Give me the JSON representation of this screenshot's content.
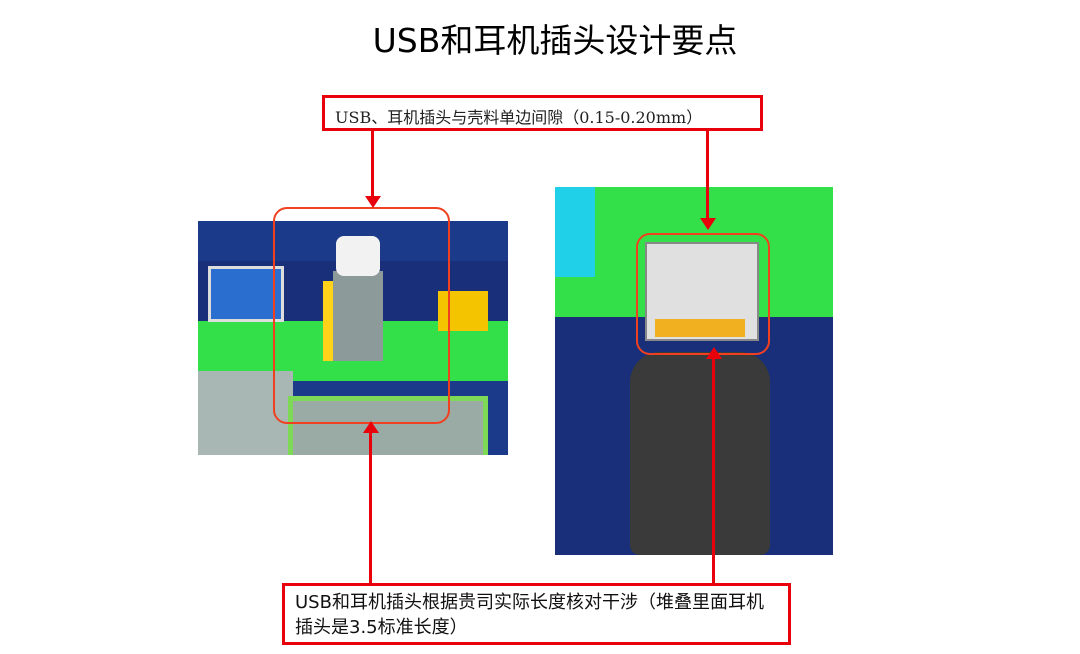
{
  "slide": {
    "title": "USB和耳机插头设计要点",
    "top_note": "USB、耳机插头与壳料单边间隙（0.15-0.20mm）",
    "bottom_note": "USB和耳机插头根据贵司实际长度核对干涉（堆叠里面耳机插头是3.5标准长度）"
  },
  "colors": {
    "accent": "#e8000b"
  }
}
